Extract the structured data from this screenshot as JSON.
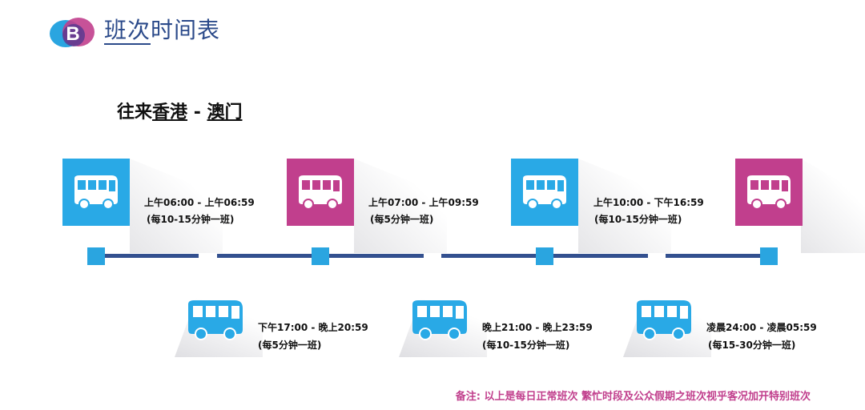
{
  "header": {
    "logo_letter": "B",
    "title": "班次时间表"
  },
  "route": {
    "prefix": "往来",
    "from": "香港",
    "separator": " - ",
    "to": "澳门"
  },
  "schedule_top": [
    {
      "time": "上午06:00 - 上午06:59",
      "frequency": "(每10-15分钟一班)",
      "color": "#29a9e6"
    },
    {
      "time": "上午07:00 - 上午09:59",
      "frequency": "(每5分钟一班)",
      "color": "#c13f8d"
    },
    {
      "time": "上午10:00 - 下午16:59",
      "frequency": "(每10-15分钟一班)",
      "color": "#29a9e6"
    },
    {
      "time": "",
      "frequency": "",
      "color": "#c13f8d"
    }
  ],
  "schedule_bottom": [
    {
      "time": "下午17:00 - 晚上20:59",
      "frequency": "(每5分钟一班)"
    },
    {
      "time": "晚上21:00 - 晚上23:59",
      "frequency": "(每10-15分钟一班)"
    },
    {
      "time": "凌晨24:00 - 凌晨05:59",
      "frequency": "(每15-30分钟一班)"
    }
  ],
  "footer_note": "备注: 以上是每日正常班次  繁忙时段及公众假期之班次视乎客况加开特别班次",
  "colors": {
    "blue": "#29a9e6",
    "magenta": "#c13f8d",
    "navy": "#33508f"
  },
  "icons": {
    "bus": "bus-icon",
    "logo": "brand-logo-icon"
  }
}
